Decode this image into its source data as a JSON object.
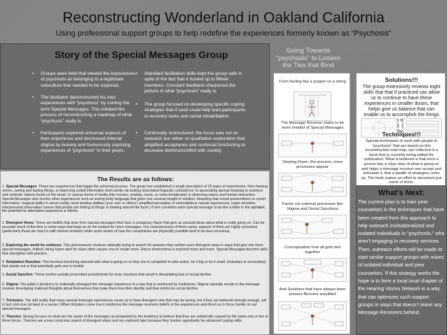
{
  "header": {
    "title": "Reconstructing Wonderland in Oakland California",
    "subtitle": "Using professional support groups to help redefine the experiences formerly known as “Psychosis”"
  },
  "story": {
    "title": "Story of the Special Messages Group",
    "left_bullets": [
      "Groups were held that viewed the experiences of psychosis as belonging to a legitimate subculture that needed to be explored.",
      "The facilitator deconstructed his own experiences with “psychosis” by coining the term Special Messages. This initiated the process of reconstructing a roadmap of what “psychosis” really is.",
      "Participants explored universal aspects of their experience and decreased internal stigma by bravely and humorously exposing experiences of “psychosis” to their peers."
    ],
    "right_bullets": [
      "Standard facilitation skills kept the group safe in spite of the fact that it hosted up to fifteen members. Constant feedback sharpened the picture of what “psychosis” really is.",
      "The group focused on developing specific coping strategies that if used could help lead participants to recovery tasks and social rehabilitation.",
      "Continually restructured, the focus was not on research but rather on qualitative exploration that amplified acceptance and continual functioning to decrease distress/conflict with society"
    ]
  },
  "towards": {
    "title": "Going Towards “psychosis” to Loosen the Ties that Bind",
    "captions": [
      "From feeling like a puppet on a string",
      "The Message Receiver starts to be more mindful of Special Messages",
      "Slowing Down, the process, more processes appear",
      "Factor out external processes like Stigma and Social Sanctions",
      "Conceptualize how all gets tied together",
      "And Solutions that have always been present Become amplified"
    ]
  },
  "solutions": {
    "title": "Solutions!!!",
    "body": "The group extensively reviews eight skills that that if practiced can allow us to continue to have these experiences in smaller doses, that helps give us balance that can enable us to accomplish the things we need to do to survive in the Modern World. (see packets of information for more details",
    "techniques_title": "Techniques!!!",
    "techniques_body": "Special techniques to work with people in “psychosis” that are based on this reconstructed road-map, are collected in a book that is currently being edited for publication. What is believed is that once a person has a clear view of what is going on and helps a message receiver see accept and articulate it, that a wealth of strategies come up. The book makes an effort to document just some of them."
  },
  "next": {
    "title": "What’s Next:",
    "body": "The current plan is to train peer counselors in the techniques that have been created from this approach to help outreach institutionalized and isolated individuals in “psychosis,” who aren’t engaging in recovery services. Then, outreach efforts will be made to start similar support groups with mixes of isolated individual and peer counselors. If this strategy works the hope is to form a local local chapter of the Hearing Voices Network in a way that can optimizes such support groups in ways that doesn’t leave any Message Receivers behind."
  },
  "results": {
    "title": "The Results are as follows:",
    "items": [
      {
        "n": "1.",
        "term": "Special Messages",
        "text": ": These are experiences that trigger the universal process. The group has established a rough description of 26 types of experiences: from hearing voices, seeing and tasting things, to observing coded information from words via looking associated linguistic coincidence, to associating special meaning to numbers and symbolic objects found on the street. In various forms of media (like movies, reading, music, or news broadcasts) in observing nature and human interaction. Special Messages also involve other experiences such as seeing body language that gives one unusual insight or intuition, dreaming that reveal premonitions or covert information, magical ability to sense reality, mind reading abilities (your own or others’) amplified perception of serendipitous natural experiences, hyper-sensitive interpersonal observation (sense that people are hinting at things or beating around the bush.) If one considers each special message to be like a letter in the alphabet, the potential for alternative experience is infinite."
      },
      {
        "n": "2.",
        "term": "Divergent Views",
        "text": ": These are beliefs that arise from special messages that have a conspiracy flavor that give us unusual ideas about what is really going on. Can be accurate much of the time in some ways that keep us on the lookout for more messages. Our consciousness of them varies; aspects of them are highly conscious (particularly those we react to with intense emotion) while some issues of how the conspiracies are physically possible tend to be less conscious."
      },
      {
        "n": "3.",
        "term": "Exploring the world for evidence",
        "text": ": This phenomenon involves rationally trying to search for answers that confirm ones divergent views in ways that give one more special messages. Indeed, being hyper-alert for clues often causes one to create more. Hence phenomena is explored more and more. Special Messages become skills that strengthen with practice."
      },
      {
        "n": "4.",
        "term": "Retaliation Reaction",
        "text": ": This involves becoming alarmed with what is going on so that one is compelled to take action, be it big or be it small, (voluntary or involuntary) that stands out or that potentially gets one in trouble"
      },
      {
        "n": "5.",
        "term": "Social Sanction",
        "text": ": These involve socially prescribed punishments for ones reactions that result in devastating loss or social decline."
      },
      {
        "n": "6.",
        "term": "Stigma",
        "text": ": The public’s tendency to irrationally disregard the message experience in a way that is reinforced by institutions. Stigma naturally results in the message receiver developing irrational thoughts about themselves that make them lose their identity and that reinforces social decline."
      },
      {
        "n": "7.",
        "term": "Tricksters",
        "text": ": The odd reality that many special message experiences cause us to have divergent view that may be wrong, but if they are believed strongly enough, will in fact com true (at least in a sense.) When tricksters come true it reinforces the message receivers beliefs in the experiences and direct us to focus harder on our special messages."
      },
      {
        "n": "8.",
        "term": "Theories",
        "text": ": Strong focuses on what are the cause of the messages accompanied by the tendency to believe that they are unilaterally caused by the same one or two or three forces. Theories are a less conscious aspect of divergent views and are explored later because they involve opportunity for advanced coping skills."
      }
    ]
  },
  "colors": {
    "background": "#828282",
    "dark_panel": "#5e5e5e",
    "light_panel": "#ffffff"
  }
}
